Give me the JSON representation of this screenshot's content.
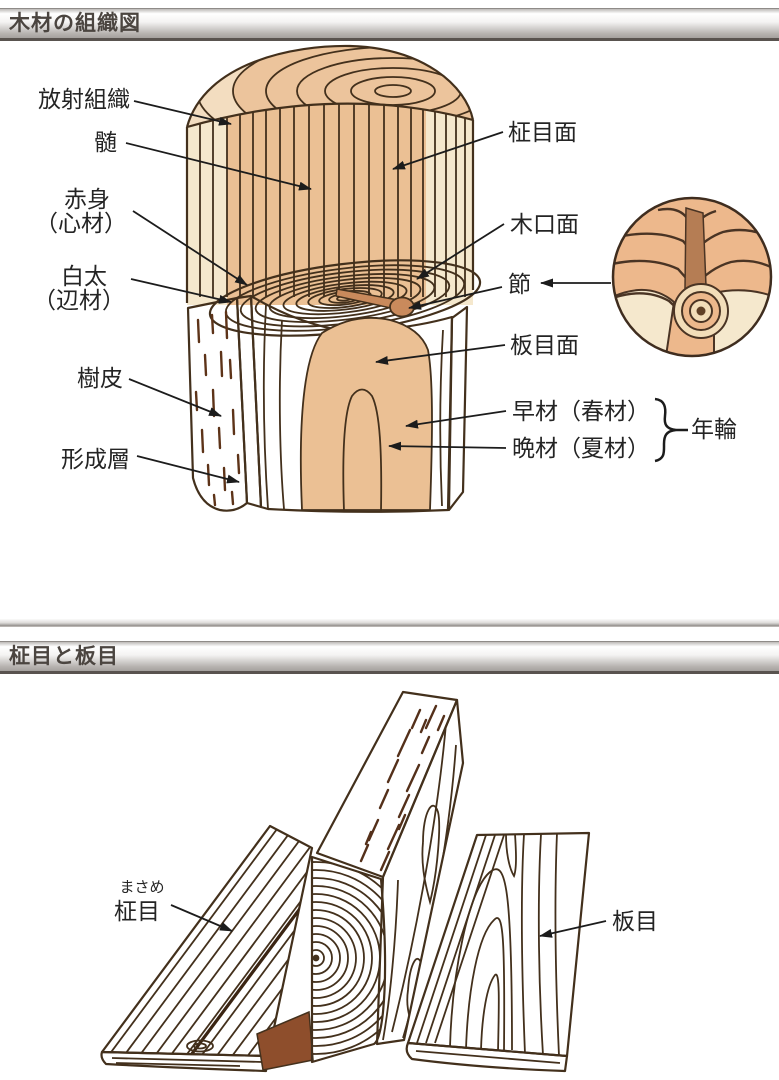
{
  "palette": {
    "cream": "#f5e8cd",
    "tan": "#ebc094",
    "bark_brown": "#a8683c",
    "outline_brown": "#43301c",
    "knot_brown": "#c98a5c",
    "board_cream": "#f5ecd4",
    "board_edge": "#eedcb8",
    "board_end_dark": "#8e4e2c",
    "header_text": "#4b4540",
    "label_text": "#242424"
  },
  "sections": [
    {
      "title": "木材の組織図",
      "labels": {
        "radial_tissue": "放射組織",
        "pith": "髄",
        "heartwood": "赤身",
        "heartwood_sub": "（心材）",
        "sapwood": "白太",
        "sapwood_sub": "（辺材）",
        "bark": "樹皮",
        "cambium": "形成層",
        "masame_men": "柾目面",
        "koguchi_men": "木口面",
        "fushi": "節",
        "itame_men": "板目面",
        "early_wood": "早材（春材）",
        "late_wood": "晩材（夏材）",
        "nenrin": "年輪"
      }
    },
    {
      "title": "柾目と板目",
      "labels": {
        "masame_ruby": "まさめ",
        "masame": "柾目",
        "itame": "板目"
      }
    }
  ]
}
